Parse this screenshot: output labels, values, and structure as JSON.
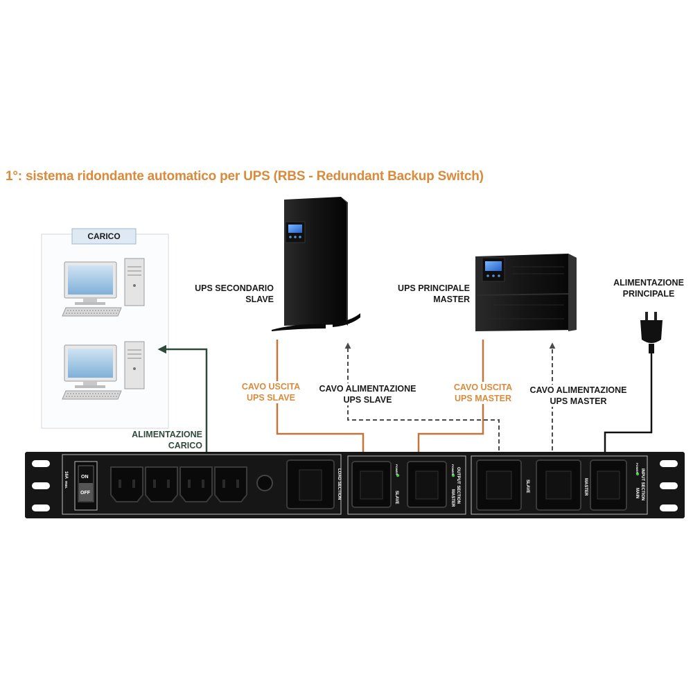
{
  "title": "1°: sistema ridondante automatico per UPS (RBS - Redundant Backup Switch)",
  "load_panel": {
    "label": "CARICO"
  },
  "ups_slave": {
    "line1": "UPS SECONDARIO",
    "line2": "SLAVE"
  },
  "ups_master": {
    "line1": "UPS PRINCIPALE",
    "line2": "MASTER"
  },
  "main_power": {
    "line1": "ALIMENTAZIONE",
    "line2": "PRINCIPALE"
  },
  "cables": {
    "slave_out": {
      "line1": "CAVO USCITA",
      "line2": "UPS SLAVE"
    },
    "slave_in": {
      "line1": "CAVO ALIMENTAZIONE",
      "line2": "UPS SLAVE"
    },
    "master_out": {
      "line1": "CAVO USCITA",
      "line2": "UPS MASTER"
    },
    "master_in": {
      "line1": "CAVO ALIMENTAZIONE",
      "line2": "UPS MASTER"
    },
    "load_feed": {
      "line1": "ALIMENTAZIONE",
      "line2": "CARICO"
    }
  },
  "pdu": {
    "switch_on": "ON",
    "switch_off": "OFF",
    "rating": "16A",
    "rating_sub": "max.",
    "load_section": "LOAD SECTION",
    "output_section": "OUTPUT SECTION",
    "input_section": "INPUT SECTION",
    "slave": "SLAVE",
    "master": "MASTER",
    "main": "MAIN",
    "power": "POWER"
  },
  "colors": {
    "orange": "#d98a3a",
    "green": "#2f4a3a",
    "dark": "#1a1a1a",
    "panel_header": "#dfe9f4",
    "pdu_body": "#161616"
  }
}
